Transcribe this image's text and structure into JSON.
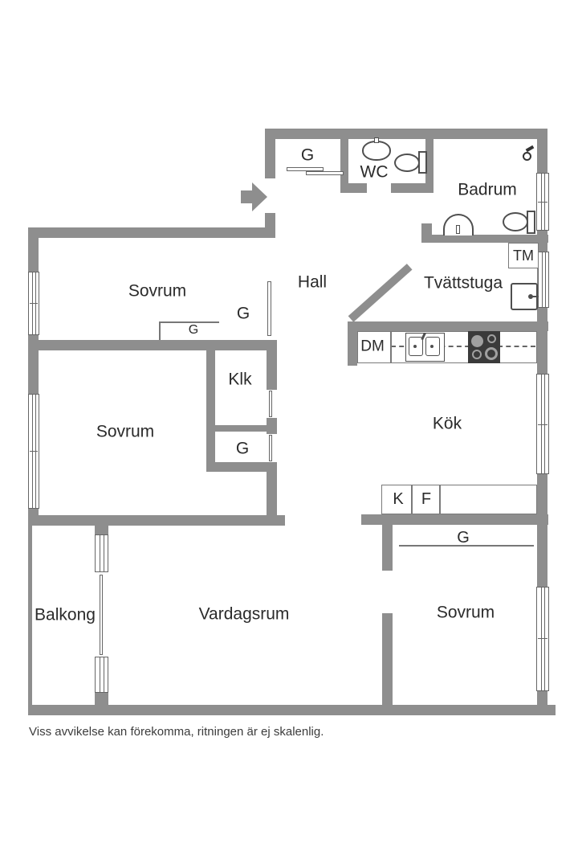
{
  "plan": {
    "labels": {
      "hall_closet_g": "G",
      "wc": "WC",
      "badrum": "Badrum",
      "washing_machine": "TM",
      "tvattstuga": "Tvättstuga",
      "hall": "Hall",
      "sovrum_top": "Sovrum",
      "closet_g_upper": "G",
      "wardrobe_g_small": "G",
      "dishwasher": "DM",
      "klk": "Klk",
      "kok": "Kök",
      "sovrum_middle": "Sovrum",
      "closet_g_lower": "G",
      "fridge": "K",
      "freezer": "F",
      "wardrobe_g_bedroom": "G",
      "balkong": "Balkong",
      "vardagsrum": "Vardagsrum",
      "sovrum_bottom": "Sovrum"
    },
    "footer": "Viss avvikelse kan förekomma, ritningen är ej skalenlig.",
    "colors": {
      "wall": "#8e8e8e",
      "fixture_outline": "#4f4f4f",
      "text": "#2b2b2b",
      "stove": "#3a3a3a"
    }
  }
}
